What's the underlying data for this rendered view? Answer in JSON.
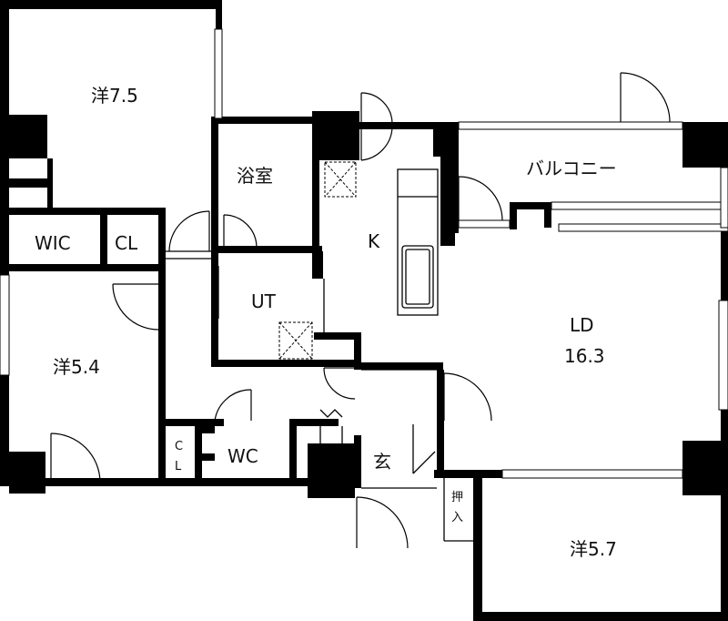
{
  "rooms": {
    "western_7_5": "洋7.5",
    "bath": "浴室",
    "balcony": "バルコニー",
    "wic": "WIC",
    "cl_upper": "CL",
    "kitchen": "K",
    "utility": "UT",
    "ld_name": "LD",
    "ld_size": "16.3",
    "western_5_4": "洋5.4",
    "cl_lower_1": "C",
    "cl_lower_2": "L",
    "wc": "WC",
    "entrance": "玄",
    "closet_1": "押",
    "closet_2": "入",
    "western_5_7": "洋5.7"
  }
}
